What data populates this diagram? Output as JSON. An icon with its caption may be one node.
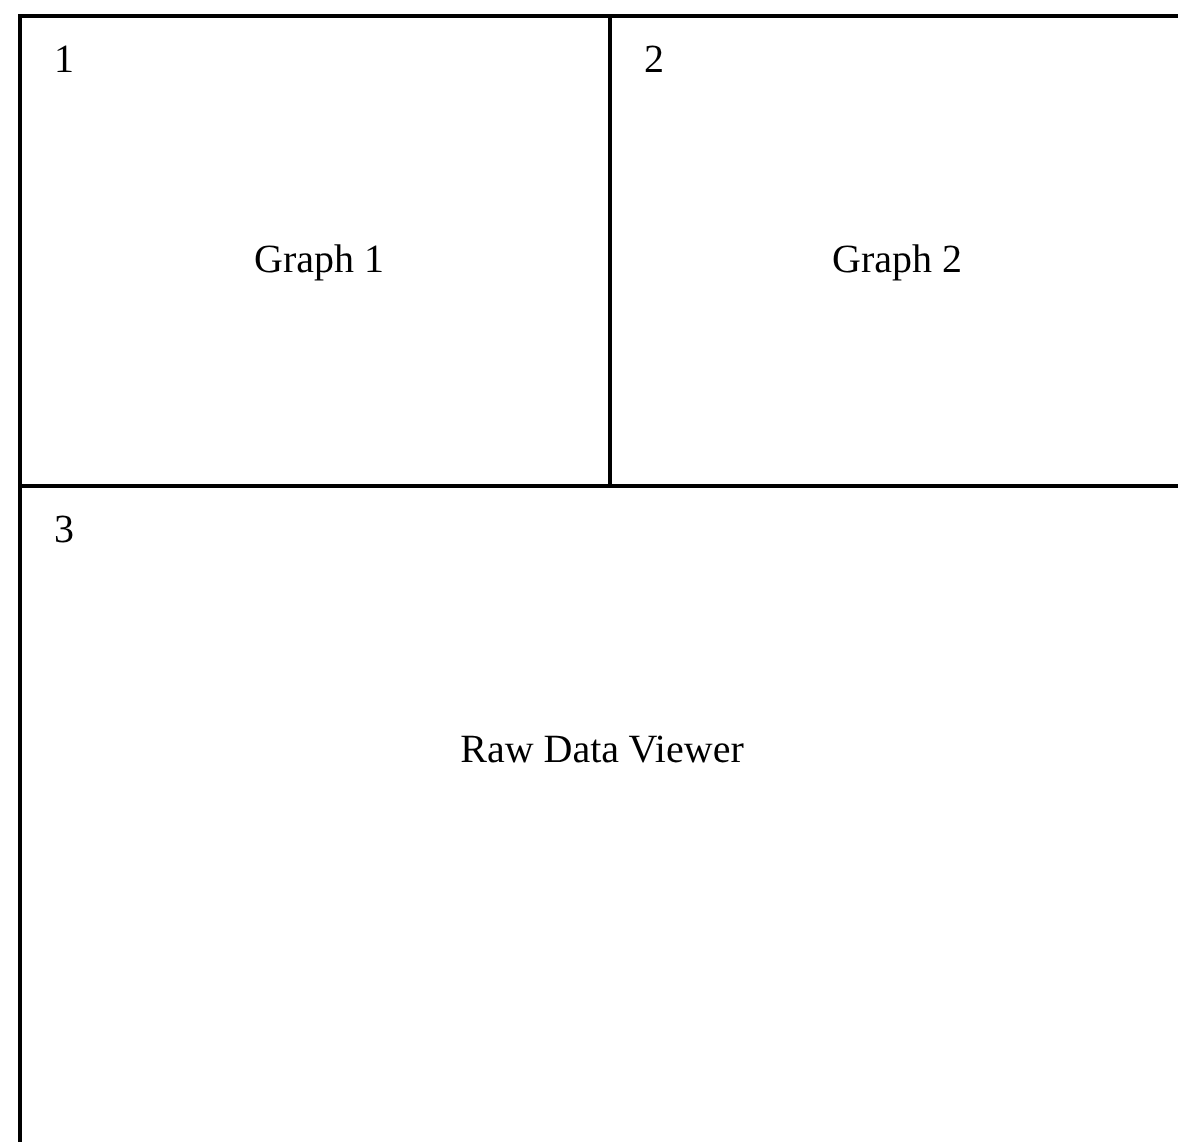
{
  "diagram": {
    "nodes": [
      {
        "text": [
          "1",
          "Graph 1"
        ]
      },
      {
        "text": [
          "2",
          "Graph 2"
        ]
      },
      {
        "text": [
          "3",
          "Raw Data Viewer"
        ]
      }
    ],
    "edges": []
  }
}
